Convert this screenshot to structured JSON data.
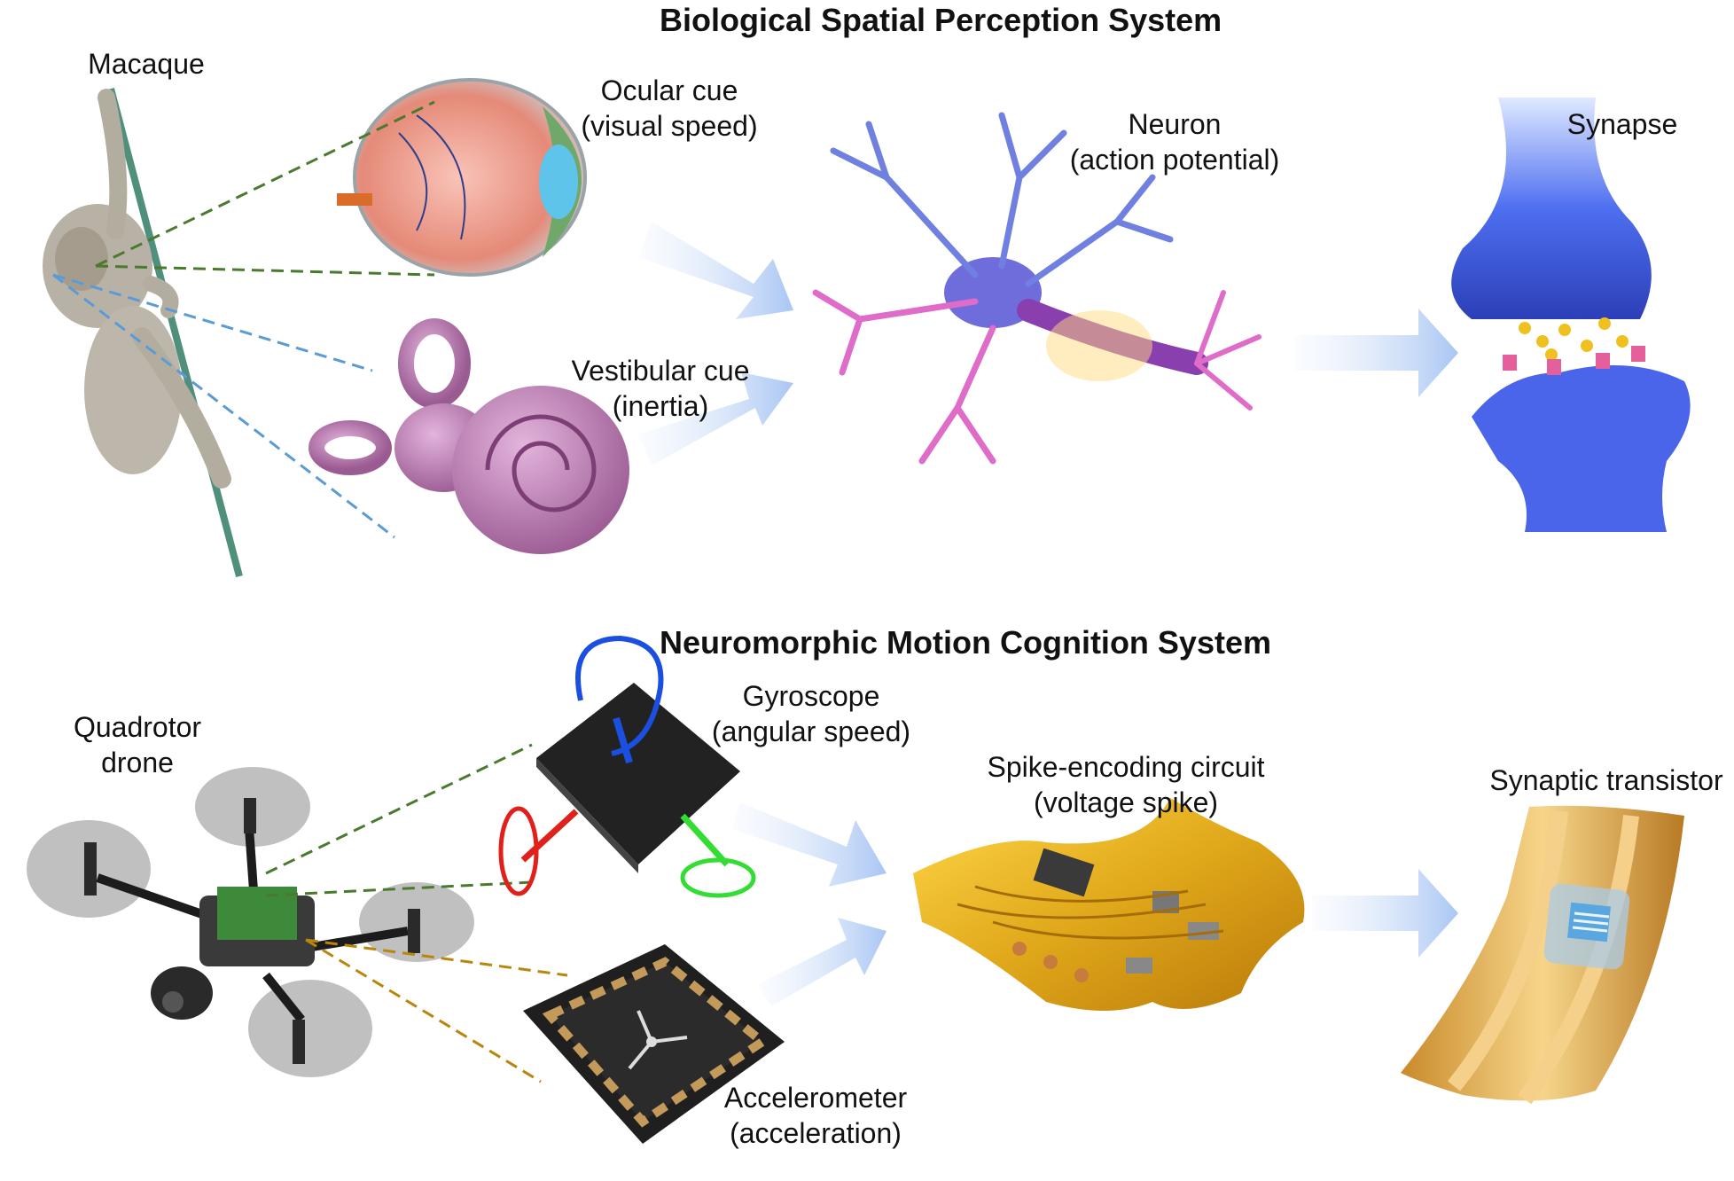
{
  "top_section": {
    "title": "Biological Spatial Perception System",
    "macaque_label": "Macaque",
    "ocular_label": "Ocular cue",
    "ocular_sub": "(visual speed)",
    "vestibular_label": "Vestibular cue",
    "vestibular_sub": "(inertia)",
    "neuron_label": "Neuron",
    "neuron_sub": "(action potential)",
    "synapse_label": "Synapse"
  },
  "bottom_section": {
    "title": "Neuromorphic Motion Cognition System",
    "drone_label_line1": "Quadrotor",
    "drone_label_line2": "drone",
    "gyro_label": "Gyroscope",
    "gyro_sub": "(angular speed)",
    "accel_label": "Accelerometer",
    "accel_sub": "(acceleration)",
    "circuit_label": "Spike-encoding circuit",
    "circuit_sub": "(voltage spike)",
    "transistor_label": "Synaptic transistor"
  },
  "colors": {
    "ocular_line": "#4a7a2e",
    "vestibular_line": "#5b9bd5",
    "gyro_line": "#4a7a2e",
    "accel_line": "#b8860b",
    "arrow": "#b9d2f5",
    "x_axis": "#e0201a",
    "y_axis": "#33dd33",
    "z_axis": "#1a4fe0"
  }
}
